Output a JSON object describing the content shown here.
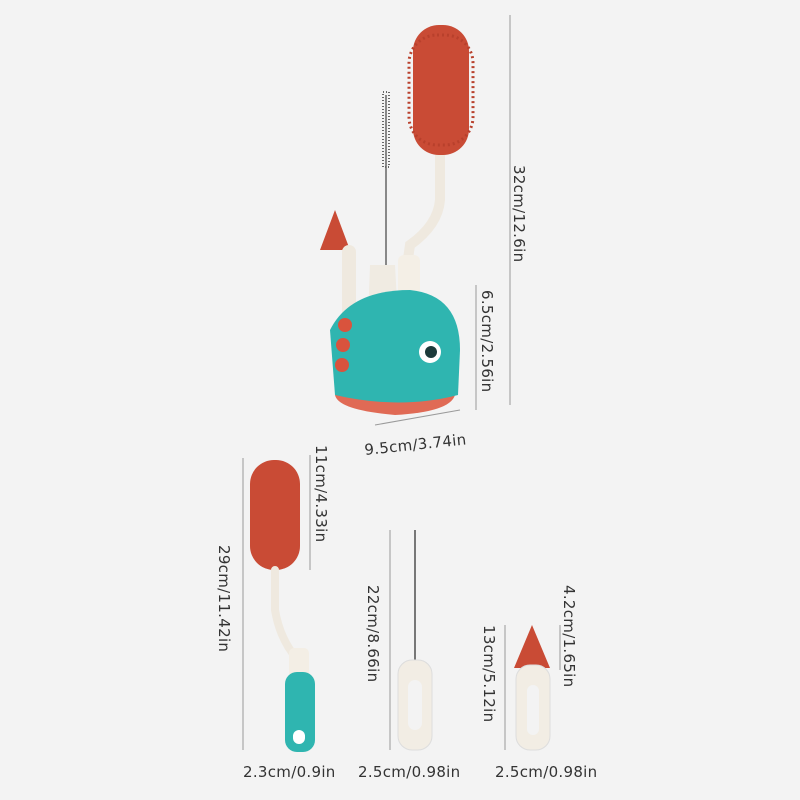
{
  "dimensions": {
    "set_height": "32cm/12.6in",
    "base_height": "6.5cm/2.56in",
    "base_width": "9.5cm/3.74in",
    "bottle_brush_head": "11cm/4.33in",
    "bottle_brush_length": "29cm/11.42in",
    "straw_brush_length": "22cm/8.66in",
    "nipple_brush_head": "4.2cm/1.65in",
    "nipple_brush_length": "13cm/5.12in",
    "bottle_brush_width": "2.3cm/0.9in",
    "straw_brush_width": "2.5cm/0.98in",
    "nipple_brush_width": "2.5cm/0.98in"
  },
  "colors": {
    "background": "#f3f3f3",
    "bristle": "#c94b35",
    "handle": "#f2ede4",
    "base_teal": "#2fb5b0",
    "base_coral": "#e06a55"
  }
}
